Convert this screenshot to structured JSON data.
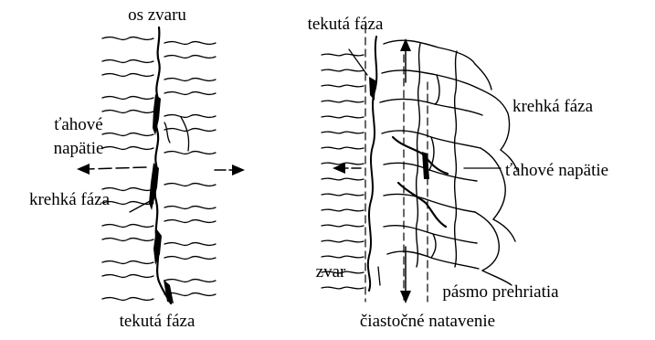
{
  "left_diagram": {
    "label_weld_axis": "os zvaru",
    "label_tensile_stress_line1": "ťahové",
    "label_tensile_stress_line2": "napätie",
    "label_brittle_phase": "krehká fáza",
    "label_liquid_phase": "tekutá fáza"
  },
  "right_diagram": {
    "label_liquid_phase": "tekutá fáza",
    "label_brittle_phase": "krehká fáza",
    "label_tensile_stress": "ťahové napätie",
    "label_weld": "zvar",
    "label_overheated_zone": "pásmo prehriatia",
    "label_partial_melting": "čiastočné natavenie"
  }
}
